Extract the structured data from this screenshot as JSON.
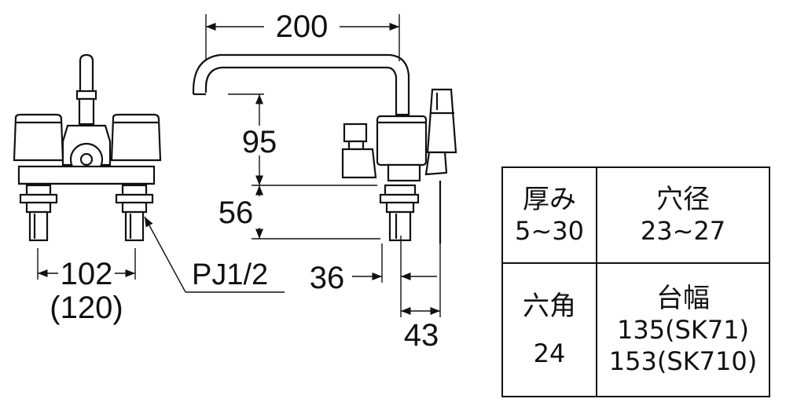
{
  "dimensions": {
    "spout_reach": "200",
    "height_upper": "95",
    "height_lower": "56",
    "center_distance": "102",
    "center_distance_alt": "(120)",
    "pipe_thread": "PJ1/2",
    "offset_36": "36",
    "offset_43": "43"
  },
  "spec_table": {
    "thickness_label": "厚み",
    "thickness_value": "5~30",
    "hole_label": "穴径",
    "hole_value": "23~27",
    "hex_label": "六角",
    "hex_value": "24",
    "base_width_label": "台幅",
    "base_width_values": [
      "135(SK71)",
      "153(SK710)"
    ]
  }
}
